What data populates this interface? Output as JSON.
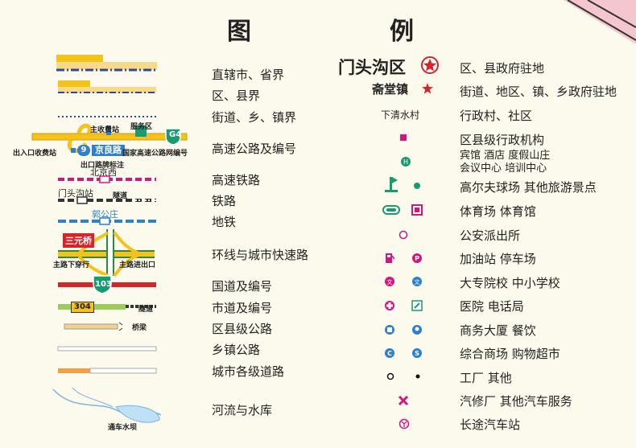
{
  "title": {
    "left": "图",
    "right": "例"
  },
  "left_legend": [
    {
      "id": "municipal-provincial-boundary",
      "label": "直辖市、省界"
    },
    {
      "id": "district-county-boundary",
      "label": "区、县界"
    },
    {
      "id": "street-township-boundary",
      "label": "街道、乡、镇界"
    },
    {
      "id": "expressway",
      "label": "高速公路及编号"
    },
    {
      "id": "high-speed-rail",
      "label": "高速铁路"
    },
    {
      "id": "railway",
      "label": "铁路"
    },
    {
      "id": "subway",
      "label": "地铁"
    },
    {
      "id": "ring-road",
      "label": "环线与城市快速路"
    },
    {
      "id": "national-road",
      "label": "国道及编号"
    },
    {
      "id": "municipal-road",
      "label": "市道及编号"
    },
    {
      "id": "county-road",
      "label": "区县级公路"
    },
    {
      "id": "township-road",
      "label": "乡镇公路"
    },
    {
      "id": "city-road",
      "label": "城市各级道路"
    },
    {
      "id": "river-reservoir",
      "label": "河流与水库"
    }
  ],
  "symbol_text": {
    "toll_main": "主收费站",
    "service_area": "服务区",
    "exit_toll": "出入口收费站",
    "exit_number": "9",
    "expressway_name": "京良路",
    "network_note": "国家高速公路网编号",
    "exit_sign_note": "出口路牌标注",
    "expressway_shield": "G4",
    "hsr_station": "北京西",
    "rail_station": "门头沟站",
    "tunnel": "隧道",
    "subway_station": "郭公庄",
    "interchange_name": "三元桥",
    "underpass": "主路下穿行",
    "ramp": "主路进出口",
    "national_shield": "103",
    "municipal_shield": "304",
    "tunnel2": "隧道",
    "bridge": "桥梁",
    "dam": "通车水坝"
  },
  "right_samples": {
    "district_seat": "门头沟区",
    "town_seat": "斋堂镇",
    "village": "下清水村"
  },
  "right_legend": [
    {
      "id": "district-government",
      "label": "区、县政府驻地"
    },
    {
      "id": "town-government",
      "label": "街道、地区、镇、乡政府驻地"
    },
    {
      "id": "village",
      "label": "行政村、社区"
    },
    {
      "id": "county-agency",
      "label": "区县级行政机构"
    },
    {
      "id": "hotel",
      "label": "宾馆  酒店  度假山庄"
    },
    {
      "id": "hotel-line2",
      "label": "会议中心  培训中心"
    },
    {
      "id": "golf",
      "label": "高尔夫球场  其他旅游景点"
    },
    {
      "id": "stadium",
      "label": "体育场  体育馆"
    },
    {
      "id": "police",
      "label": "公安派出所"
    },
    {
      "id": "gas",
      "label": "加油站  停车场"
    },
    {
      "id": "school",
      "label": "大专院校  中小学校"
    },
    {
      "id": "hospital",
      "label": "医院  电话局"
    },
    {
      "id": "office",
      "label": "商务大厦  餐饮"
    },
    {
      "id": "mall",
      "label": "综合商场  购物超市"
    },
    {
      "id": "factory",
      "label": "工厂  其他"
    },
    {
      "id": "auto",
      "label": "汽修厂  其他汽车服务"
    },
    {
      "id": "bus",
      "label": "长途汽车站"
    }
  ],
  "colors": {
    "magenta": "#d4157f",
    "teal": "#1a9a70",
    "road_red": "#d6242a",
    "expressway_yellow": "#f5c21a",
    "background": "#fbfaec"
  }
}
